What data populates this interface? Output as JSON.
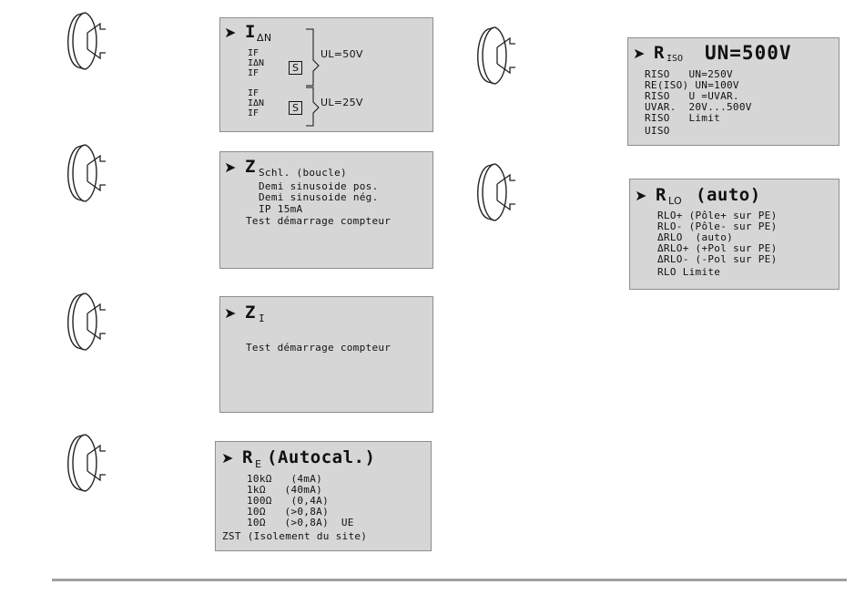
{
  "icons": {
    "knob": "rotary-selector-icon",
    "pointer": "pointer-arrow-icon"
  },
  "idn": {
    "title_main": "I",
    "title_sub": "ΔN",
    "lines": [
      "IF",
      "IΔN",
      "IF",
      "IF",
      "IΔN",
      "IF"
    ],
    "s_label": "S",
    "ul50": "UL=50V",
    "ul25": "UL=25V"
  },
  "zschl": {
    "title_main": "Z",
    "title_sub": "Schl. (boucle)",
    "lines": [
      "Demi sinusoide pos.",
      "Demi sinusoide nég.",
      "IP 15mA",
      "Test démarrage compteur"
    ]
  },
  "zi": {
    "title_main": "Z",
    "title_sub": "I",
    "line": "Test démarrage compteur"
  },
  "re": {
    "title_main": "R",
    "title_sub": "E",
    "title_rest": "(Autocal.)",
    "lines": [
      "10kΩ   (4mA)",
      "1kΩ   (40mA)",
      "100Ω   (0,4A)",
      "10Ω   (>0,8A)",
      "10Ω   (>0,8A)  UE",
      "ZST (Isolement du site)"
    ]
  },
  "riso": {
    "title_main": "R",
    "title_sub": "ISO",
    "title_rest": "UN=500V",
    "lines": [
      "RISO   UN=250V",
      "RE(ISO) UN=100V",
      "RISO   U =UVAR.",
      "UVAR.  20V...500V",
      "RISO   Limit",
      "UISO"
    ]
  },
  "rlo": {
    "title_main": "R",
    "title_sub": "LO",
    "title_rest": "(auto)",
    "lines": [
      "RLO+ (Pôle+ sur PE)",
      "RLO- (Pôle- sur PE)",
      "ΔRLO  (auto)",
      "ΔRLO+ (+Pol sur PE)",
      "ΔRLO- (-Pol sur PE)",
      "RLO Limite"
    ]
  }
}
